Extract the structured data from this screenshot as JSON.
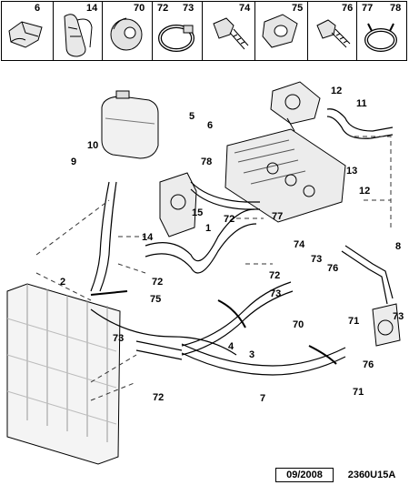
{
  "legend": {
    "items": [
      {
        "num": "6"
      },
      {
        "num": "14"
      },
      {
        "num": "70"
      },
      {
        "num": "72"
      },
      {
        "num": "73"
      },
      {
        "num": "74"
      },
      {
        "num": "75"
      },
      {
        "num": "76"
      },
      {
        "num": "77"
      },
      {
        "num": "78"
      }
    ]
  },
  "callouts": [
    "12",
    "11",
    "5",
    "6",
    "10",
    "9",
    "78",
    "13",
    "12",
    "1",
    "15",
    "72",
    "77",
    "74",
    "2",
    "14",
    "72",
    "72",
    "75",
    "73",
    "76",
    "8",
    "73",
    "73",
    "4",
    "3",
    "70",
    "71",
    "73",
    "72",
    "7",
    "76",
    "71"
  ],
  "footer": {
    "date": "09/2008",
    "ref": "2360U15A"
  }
}
